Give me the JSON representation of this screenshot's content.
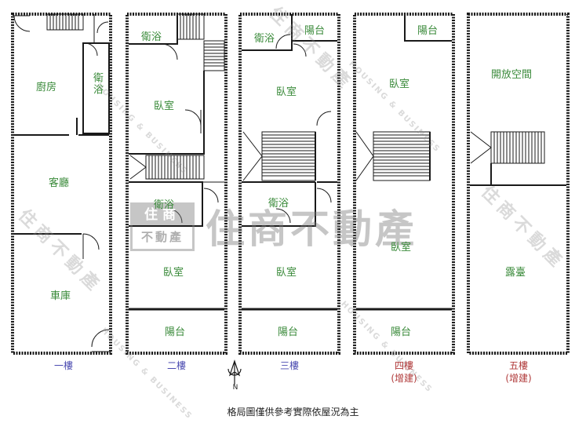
{
  "floors": [
    {
      "label": "一樓",
      "sub": "",
      "label_color": "#4a4ab0",
      "rooms": {
        "kitchen": "廚房",
        "bath": "衛浴",
        "living": "客廳",
        "garage": "車庫"
      }
    },
    {
      "label": "二樓",
      "sub": "",
      "label_color": "#4a4ab0",
      "rooms": {
        "bath_front": "衛浴",
        "bedroom_front": "臥室",
        "bath_back": "衛浴",
        "bedroom_back": "臥室",
        "balcony": "陽台"
      }
    },
    {
      "label": "三樓",
      "sub": "",
      "label_color": "#4a4ab0",
      "rooms": {
        "bath_front": "衛浴",
        "balcony_front": "陽台",
        "bedroom_front": "臥室",
        "bath_back": "衛浴",
        "bedroom_back": "臥室",
        "balcony_back": "陽台"
      }
    },
    {
      "label": "四樓",
      "sub": "(增建)",
      "label_color": "#b03a3a",
      "rooms": {
        "balcony_front": "陽台",
        "bedroom_front": "臥室",
        "bedroom_back": "臥室",
        "balcony_back": "陽台"
      }
    },
    {
      "label": "五樓",
      "sub": "(增建)",
      "label_color": "#b03a3a",
      "rooms": {
        "open_space": "開放空間",
        "terrace": "露臺"
      }
    }
  ],
  "compass": {
    "north": "N"
  },
  "note": "格局圖僅供參考實際依屋況為主",
  "watermark": {
    "company": "住商不動產",
    "logo_top": "住商",
    "logo_bottom": "不動產",
    "english": "HOUSING & BUSINESS"
  },
  "colors": {
    "room_text": "#3a8a3a",
    "wall": "#1a1a1a",
    "ground_floor_label": "#4a4ab0",
    "addition_label": "#b03a3a"
  }
}
